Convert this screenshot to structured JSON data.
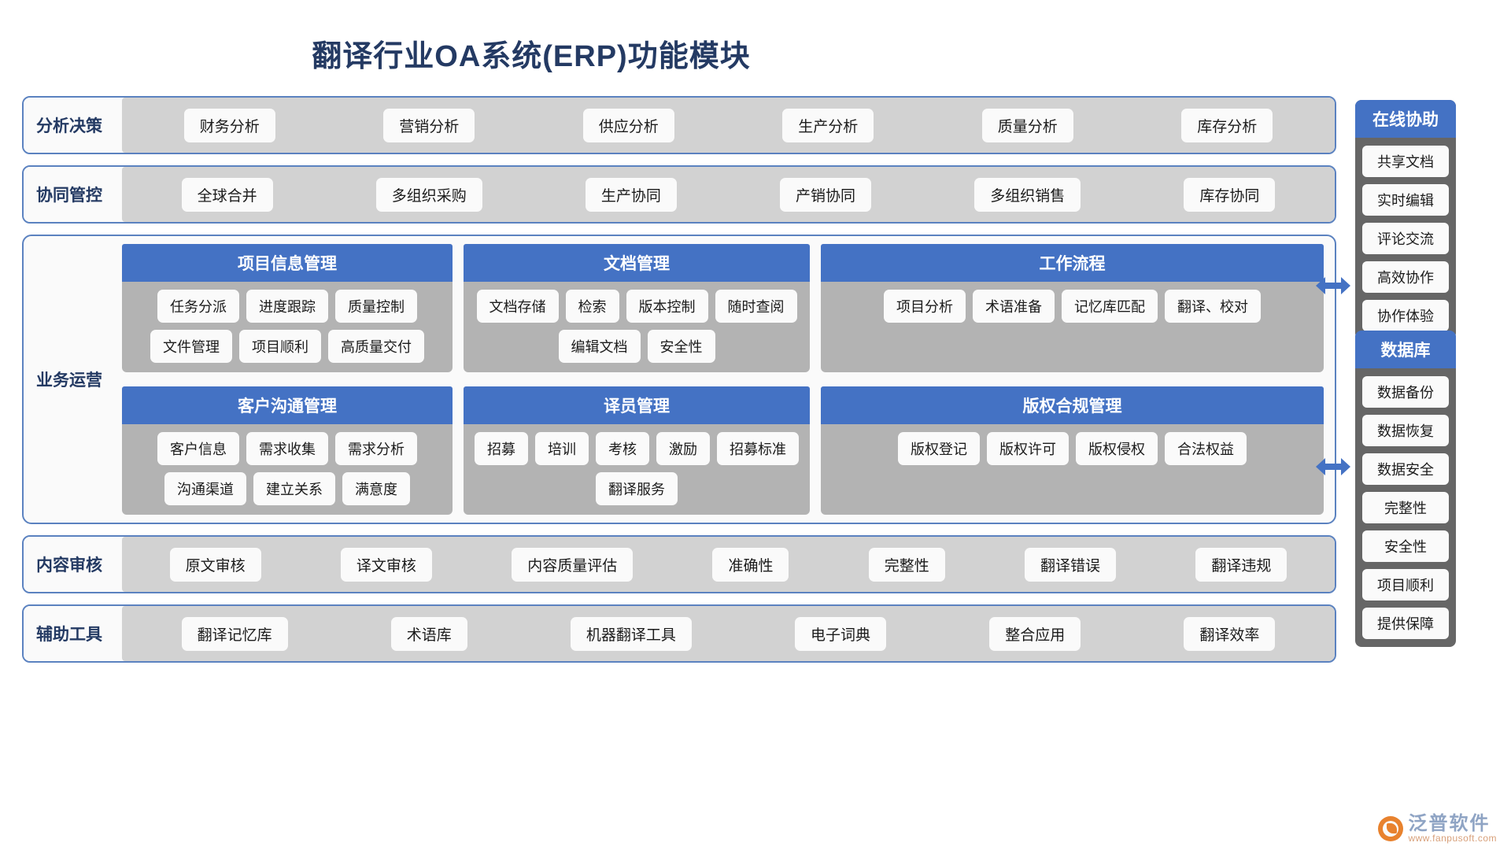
{
  "title": "翻译行业OA系统(ERP)功能模块",
  "colors": {
    "accent_blue": "#4472c4",
    "border_blue": "#5b82c0",
    "title_navy": "#243a63",
    "band_gray": "#d2d2d2",
    "card_gray": "#b3b3b3",
    "side_gray": "#666666",
    "chip_white": "#fafafa",
    "logo_orange": "#e8822e"
  },
  "rows": [
    {
      "label": "分析决策",
      "chips": [
        "财务分析",
        "营销分析",
        "供应分析",
        "生产分析",
        "质量分析",
        "库存分析"
      ]
    },
    {
      "label": "协同管控",
      "chips": [
        "全球合并",
        "多组织采购",
        "生产协同",
        "产销协同",
        "多组织销售",
        "库存协同"
      ]
    }
  ],
  "operations": {
    "label": "业务运营",
    "cards": [
      {
        "header": "项目信息管理",
        "chips": [
          "任务分派",
          "进度跟踪",
          "质量控制",
          "文件管理",
          "项目顺利",
          "高质量交付"
        ]
      },
      {
        "header": "文档管理",
        "chips": [
          "文档存储",
          "检索",
          "版本控制",
          "随时查阅",
          "编辑文档",
          "安全性"
        ]
      },
      {
        "header": "工作流程",
        "chips": [
          "项目分析",
          "术语准备",
          "记忆库匹配",
          "翻译、校对"
        ]
      },
      {
        "header": "客户沟通管理",
        "chips": [
          "客户信息",
          "需求收集",
          "需求分析",
          "沟通渠道",
          "建立关系",
          "满意度"
        ]
      },
      {
        "header": "译员管理",
        "chips": [
          "招募",
          "培训",
          "考核",
          "激励",
          "招募标准",
          "翻译服务"
        ]
      },
      {
        "header": "版权合规管理",
        "chips": [
          "版权登记",
          "版权许可",
          "版权侵权",
          "合法权益"
        ]
      }
    ]
  },
  "bottom_rows": [
    {
      "label": "内容审核",
      "chips": [
        "原文审核",
        "译文审核",
        "内容质量评估",
        "准确性",
        "完整性",
        "翻译错误",
        "翻译违规"
      ]
    },
    {
      "label": "辅助工具",
      "chips": [
        "翻译记忆库",
        "术语库",
        "机器翻译工具",
        "电子词典",
        "整合应用",
        "翻译效率"
      ]
    }
  ],
  "sidebars": [
    {
      "id": "online",
      "header": "在线协助",
      "items": [
        "共享文档",
        "实时编辑",
        "评论交流",
        "高效协作",
        "协作体验"
      ]
    },
    {
      "id": "database",
      "header": "数据库",
      "items": [
        "数据备份",
        "数据恢复",
        "数据安全",
        "完整性",
        "安全性",
        "项目顺利",
        "提供保障"
      ]
    }
  ],
  "logo": {
    "name": "泛普软件",
    "url": "www.fanpusoft.com"
  }
}
